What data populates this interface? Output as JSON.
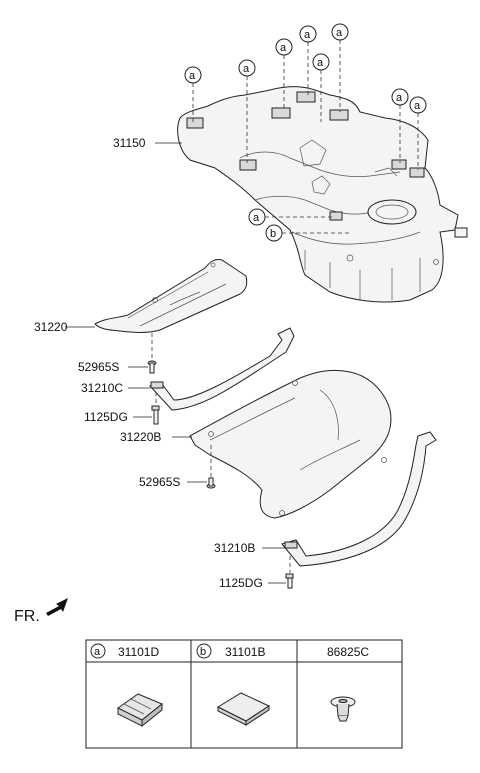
{
  "parts": {
    "fuel_tank": "31150",
    "upper_protector": "31220",
    "lower_protector": "31220B",
    "band_c": "31210C",
    "band_b": "31210B",
    "screw_upper": "52965S",
    "screw_lower": "52965S",
    "bolt_upper": "1125DG",
    "bolt_lower": "1125DG"
  },
  "callouts": {
    "a": "a",
    "b": "b"
  },
  "direction_label": "FR.",
  "legend": {
    "col1_symbol": "a",
    "col1_part": "31101D",
    "col2_symbol": "b",
    "col2_part": "31101B",
    "col3_part": "86825C"
  }
}
